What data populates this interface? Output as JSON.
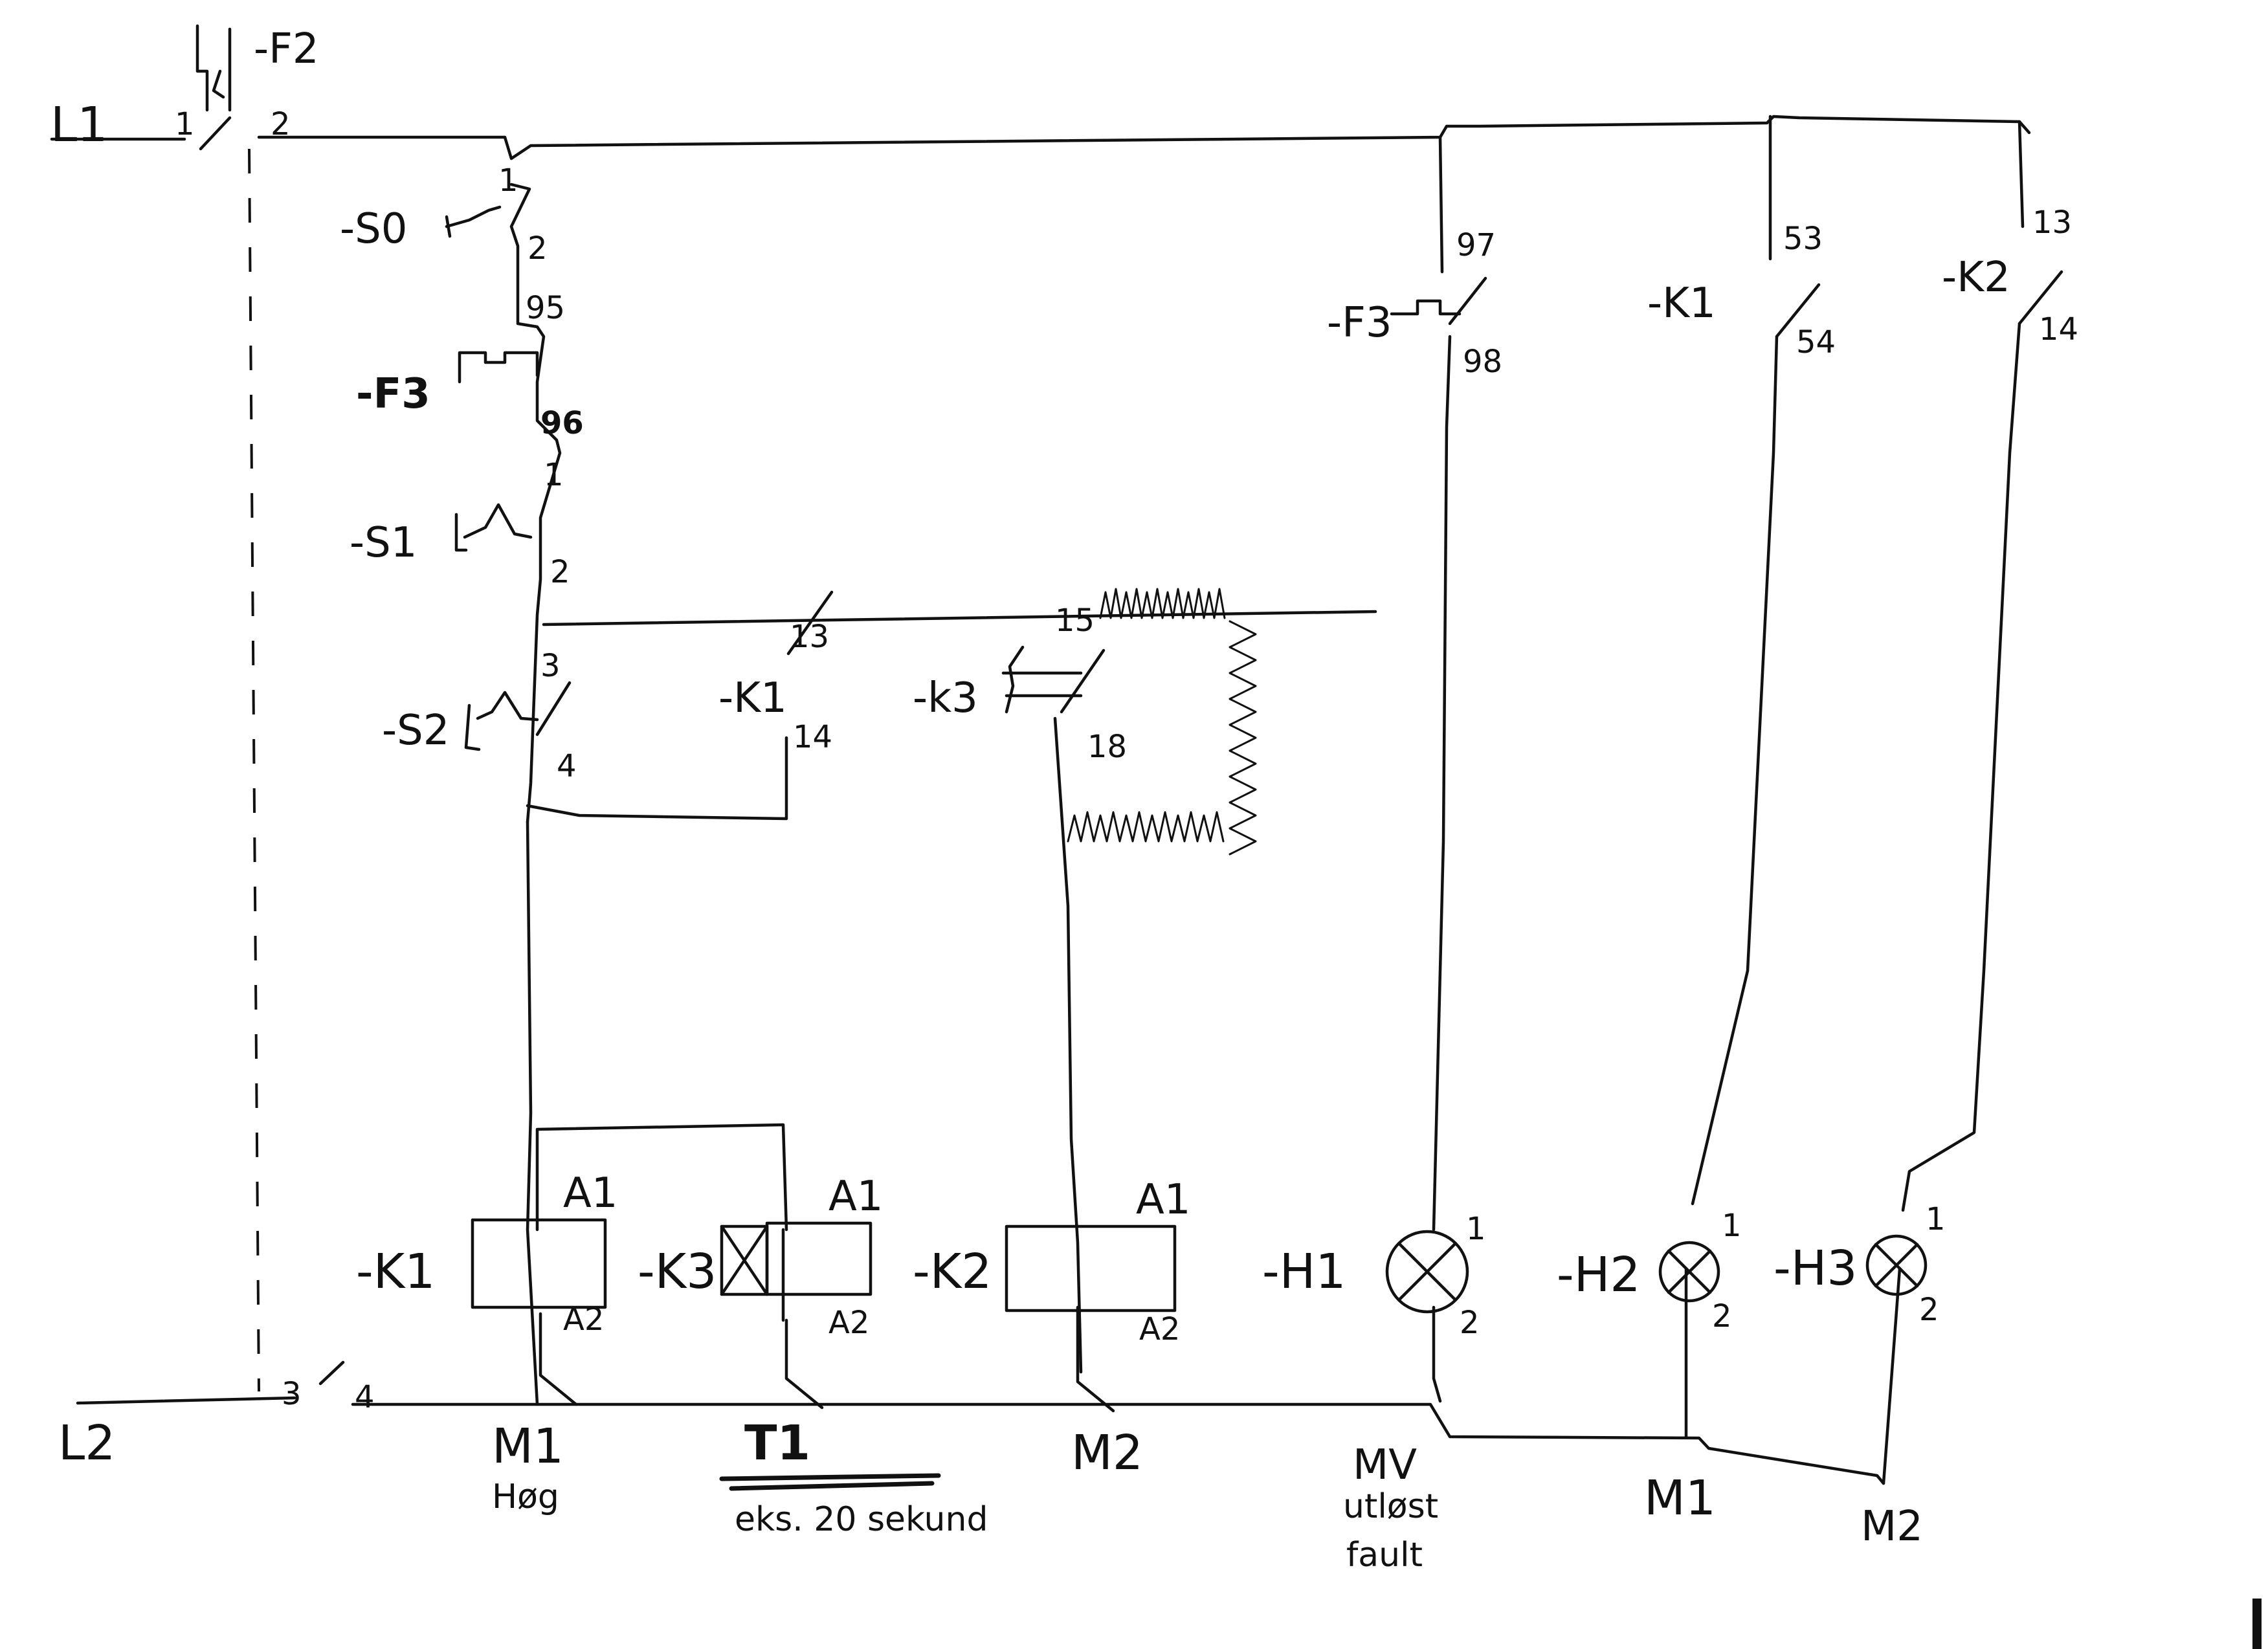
{
  "rails": {
    "l1": "L1",
    "l2": "L2"
  },
  "breaker": {
    "label": "-F2",
    "t1": "1",
    "t2": "2",
    "t3": "3",
    "t4": "4"
  },
  "main_column": {
    "s0": {
      "label": "-S0",
      "t1": "1",
      "t2": "2"
    },
    "f3": {
      "label": "-F3",
      "t1": "95",
      "t2": "96"
    },
    "s1": {
      "label": "-S1",
      "t1": "1",
      "t2": "2"
    },
    "s2": {
      "label": "-S2",
      "t1": "3",
      "t2": "4"
    }
  },
  "contacts": {
    "k1_hold": {
      "label": "-K1",
      "t1": "13",
      "t2": "14"
    },
    "k3_timer": {
      "label": "-k3",
      "t1": "15",
      "t2": "18"
    },
    "f3_aux": {
      "label": "-F3",
      "t1": "97",
      "t2": "98"
    },
    "k1_aux": {
      "label": "-K1",
      "t1": "53",
      "t2": "54"
    },
    "k2_aux": {
      "label": "-K2",
      "t1": "13",
      "t2": "14"
    }
  },
  "coils": {
    "k1": {
      "label": "-K1",
      "a1": "A1",
      "a2": "A2"
    },
    "k3": {
      "label": "-K3",
      "a1": "A1",
      "a2": "A2"
    },
    "k2": {
      "label": "-K2",
      "a1": "A1",
      "a2": "A2"
    }
  },
  "lamps": {
    "h1": {
      "label": "-H1",
      "t1": "1",
      "t2": "2"
    },
    "h2": {
      "label": "-H2",
      "t1": "1",
      "t2": "2"
    },
    "h3": {
      "label": "-H3",
      "t1": "1",
      "t2": "2"
    }
  },
  "captions": {
    "m1_coil": [
      "M1",
      "Høg"
    ],
    "t1": [
      "T1",
      "eks. 20 sekund"
    ],
    "m2_coil": [
      "M2"
    ],
    "mv": [
      "MV",
      "utløst",
      "fault"
    ],
    "m1_lamp": [
      "M1"
    ],
    "m2_lamp": [
      "M2"
    ]
  }
}
